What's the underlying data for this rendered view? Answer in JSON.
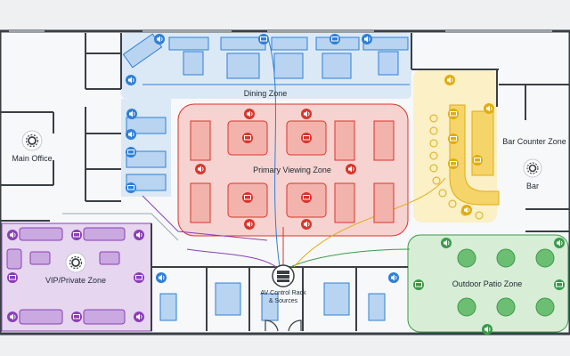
{
  "zones": {
    "dining": "Dining Zone",
    "primary_viewing": "Primary Viewing Zone",
    "vip": "VIP/Private Zone",
    "outdoor_patio": "Outdoor Patio Zone",
    "bar_counter": "Bar Counter Zone",
    "bar": "Bar",
    "main_office": "Main Office"
  },
  "av": {
    "line1": "AV Control Rack",
    "line2": "& Sources"
  },
  "icons": {
    "speaker": "speaker-icon",
    "tv": "tv-display-icon",
    "gear": "gear-icon",
    "rack": "av-rack-icon"
  },
  "colors": {
    "blue": "#2f7fd6",
    "blue_fill": "#d6e6f6",
    "red": "#d9342b",
    "red_fill": "#f6d3d0",
    "purple": "#8a3fb5",
    "purple_fill": "#e6d6f0",
    "green": "#3a9a4a",
    "green_fill": "#d7edd6",
    "yellow": "#e0ac10",
    "yellow_fill": "#fbeec0",
    "wall": "#3a3f45"
  }
}
